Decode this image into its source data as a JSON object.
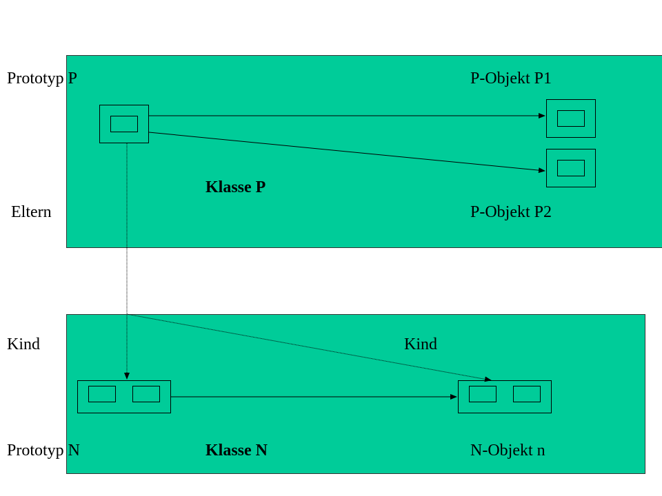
{
  "labels": {
    "prototyp_p": "Prototyp P",
    "p_objekt_p1": "P-Objekt P1",
    "klasse_p": "Klasse P",
    "eltern": "Eltern",
    "p_objekt_p2": "P-Objekt P2",
    "kind_left": "Kind",
    "kind_right": "Kind",
    "prototyp_n": "Prototyp N",
    "klasse_n": "Klasse N",
    "n_objekt_n": "N-Objekt n"
  },
  "colors": {
    "panel": "#00cc99",
    "line": "#000000"
  }
}
